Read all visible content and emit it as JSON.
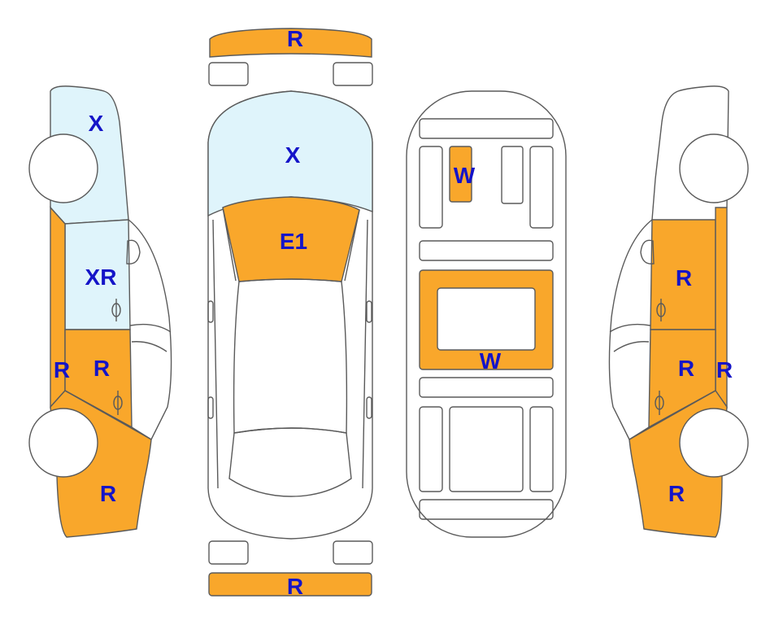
{
  "colors": {
    "orange": "#f9a72b",
    "lightblue": "#dff4fb",
    "outline": "#5a5a5a",
    "label": "#1414c8",
    "white": "#ffffff"
  },
  "labels": {
    "front_bumper": "R",
    "windshield": "X",
    "roof": "E1",
    "rear_bumper": "R",
    "floor_small_panel": "W",
    "floor_large_panel": "W",
    "left_front": "X",
    "left_front_door": "XR",
    "left_rocker": "R",
    "left_rear_door": "R",
    "left_rear_quarter": "R",
    "right_front_door": "R",
    "right_rear_door": "R",
    "right_rocker": "R",
    "right_rear_quarter": "R"
  }
}
